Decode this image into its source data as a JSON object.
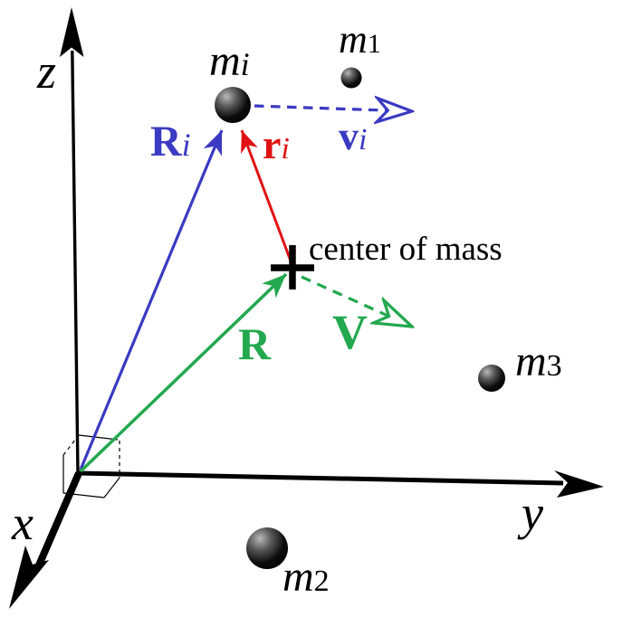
{
  "diagram": {
    "kind": "center-of-mass-vector-diagram",
    "axes": {
      "x_label": "x",
      "y_label": "y",
      "z_label": "z"
    },
    "annotation": {
      "center_of_mass": "center of mass"
    },
    "masses": {
      "mi": {
        "symbol": "m",
        "sub": "i"
      },
      "m1": {
        "symbol": "m",
        "sub": "1"
      },
      "m2": {
        "symbol": "m",
        "sub": "2"
      },
      "m3": {
        "symbol": "m",
        "sub": "3"
      }
    },
    "vectors": {
      "Ri": {
        "symbol": "R",
        "sub": "i",
        "color": "#3a3ac2",
        "style": "solid",
        "from": "origin",
        "to": "mass mi"
      },
      "ri": {
        "symbol": "r",
        "sub": "i",
        "color": "#e01212",
        "style": "solid",
        "from": "center of mass",
        "to": "mass mi"
      },
      "vi": {
        "symbol": "v",
        "sub": "i",
        "color": "#3a3ac2",
        "style": "dashed",
        "from": "mass mi",
        "to": "right"
      },
      "R": {
        "symbol": "R",
        "color": "#22a84e",
        "style": "solid",
        "from": "origin",
        "to": "center of mass"
      },
      "V": {
        "symbol": "V",
        "color": "#22a84e",
        "style": "dashed",
        "from": "center of mass",
        "to": "lower right"
      }
    },
    "colors": {
      "blue": "#3a3ac2",
      "red": "#e01212",
      "green": "#22a84e",
      "black": "#000000",
      "background": "#ffffff"
    }
  }
}
